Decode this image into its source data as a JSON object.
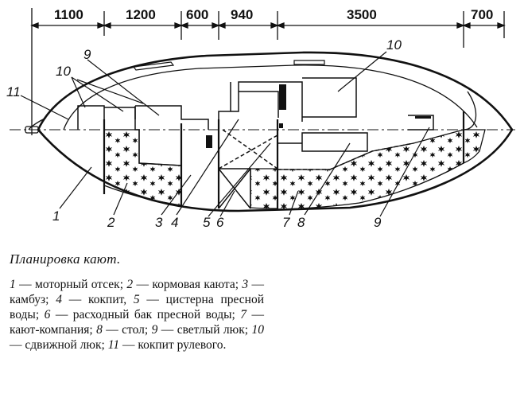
{
  "dimensions": [
    "1100",
    "1200",
    "600",
    "940",
    "3500",
    "700"
  ],
  "callouts": {
    "n1": "1",
    "n2": "2",
    "n3": "3",
    "n4": "4",
    "n5": "5",
    "n6": "6",
    "n7": "7",
    "n8": "8",
    "n9a": "9",
    "n9b": "9",
    "n10a": "10",
    "n10b": "10",
    "n11": "11"
  },
  "caption": {
    "title": "Планировка кают.",
    "legend": [
      {
        "num": "1",
        "text": " — моторный отсек; "
      },
      {
        "num": "2",
        "text": " — кормовая каюта; "
      },
      {
        "num": "3",
        "text": " — камбуз; "
      },
      {
        "num": "4",
        "text": " — кокпит, "
      },
      {
        "num": "5",
        "text": " — цистерна пресной воды; "
      },
      {
        "num": "6",
        "text": " — расходный бак пресной воды; "
      },
      {
        "num": "7",
        "text": " — кают-компания; "
      },
      {
        "num": "8",
        "text": " — стол; "
      },
      {
        "num": "9",
        "text": " — светлый люк; "
      },
      {
        "num": "10",
        "text": " — сдвижной люк; "
      },
      {
        "num": "11",
        "text": " — кокпит рулевого."
      }
    ]
  }
}
